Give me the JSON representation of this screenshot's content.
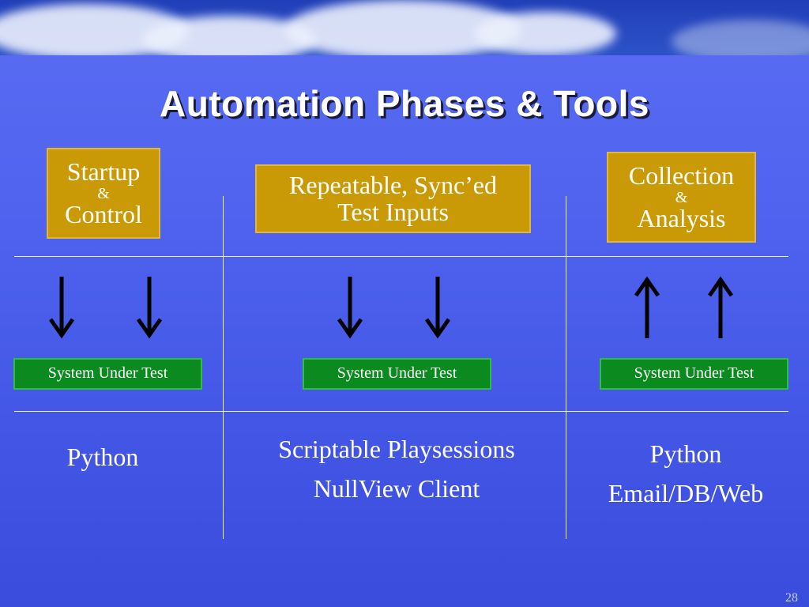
{
  "title": "Automation Phases & Tools",
  "phases": [
    {
      "line1": "Startup",
      "amp": "&",
      "line2": "Control"
    },
    {
      "line1": "Repeatable, Sync’ed",
      "line2": "Test Inputs"
    },
    {
      "line1": "Collection",
      "amp": "&",
      "line2": "Analysis"
    }
  ],
  "sut_label": "System Under Test",
  "tools": [
    [
      "Python"
    ],
    [
      "Scriptable Playsessions",
      "NullView Client"
    ],
    [
      "Python",
      "Email/DB/Web"
    ]
  ],
  "arrows": [
    "down",
    "down",
    "up"
  ],
  "page_number": "28",
  "colors": {
    "phase_box": "#c99a06",
    "sut_box": "#0b8a1f",
    "background": "#4f63ef"
  }
}
